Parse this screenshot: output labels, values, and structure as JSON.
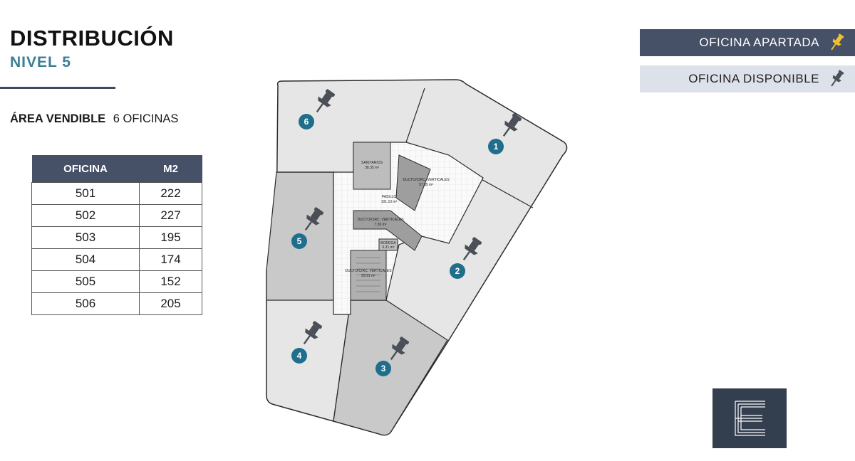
{
  "header": {
    "title": "DISTRIBUCIÓN",
    "subtitle": "NIVEL 5"
  },
  "area": {
    "label": "ÁREA VENDIBLE",
    "value": "6 OFICINAS"
  },
  "table": {
    "headers": [
      "OFICINA",
      "M2"
    ],
    "rows": [
      [
        "501",
        "222"
      ],
      [
        "502",
        "227"
      ],
      [
        "503",
        "195"
      ],
      [
        "504",
        "174"
      ],
      [
        "505",
        "152"
      ],
      [
        "506",
        "205"
      ]
    ]
  },
  "legend": {
    "taken": {
      "label": "OFICINA APARTADA",
      "icon": "pushpin-yellow-icon",
      "color": "#f2c230"
    },
    "available": {
      "label": "OFICINA DISPONIBLE",
      "icon": "pushpin-gray-icon",
      "color": "#4a4f57"
    }
  },
  "plan": {
    "offices": [
      "1",
      "2",
      "3",
      "4",
      "5",
      "6"
    ],
    "core_labels": {
      "sanitarios": "SANITARIOS",
      "sanitarios_area": "38.35 m²",
      "ducto1": "DUCTO/CIRC. VERTICALES",
      "ducto1_area": "57.85 m²",
      "pasillo": "PASILLO",
      "pasillo_area": "101.10 m²",
      "ducto2": "DUCTO/CIRC. VERTICALES",
      "ducto2_area": "7.36 m²",
      "bodega": "BODEGA",
      "bodega_area": "6.31 m²",
      "ducto3": "DUCTO/CIRC. VERTICALES",
      "ducto3_area": "29.91 m²"
    },
    "colors": {
      "office_light": "#e6e6e6",
      "office_dark": "#c9c9c9",
      "badge": "#1f6e8c",
      "outline": "#2b2b2b"
    }
  }
}
